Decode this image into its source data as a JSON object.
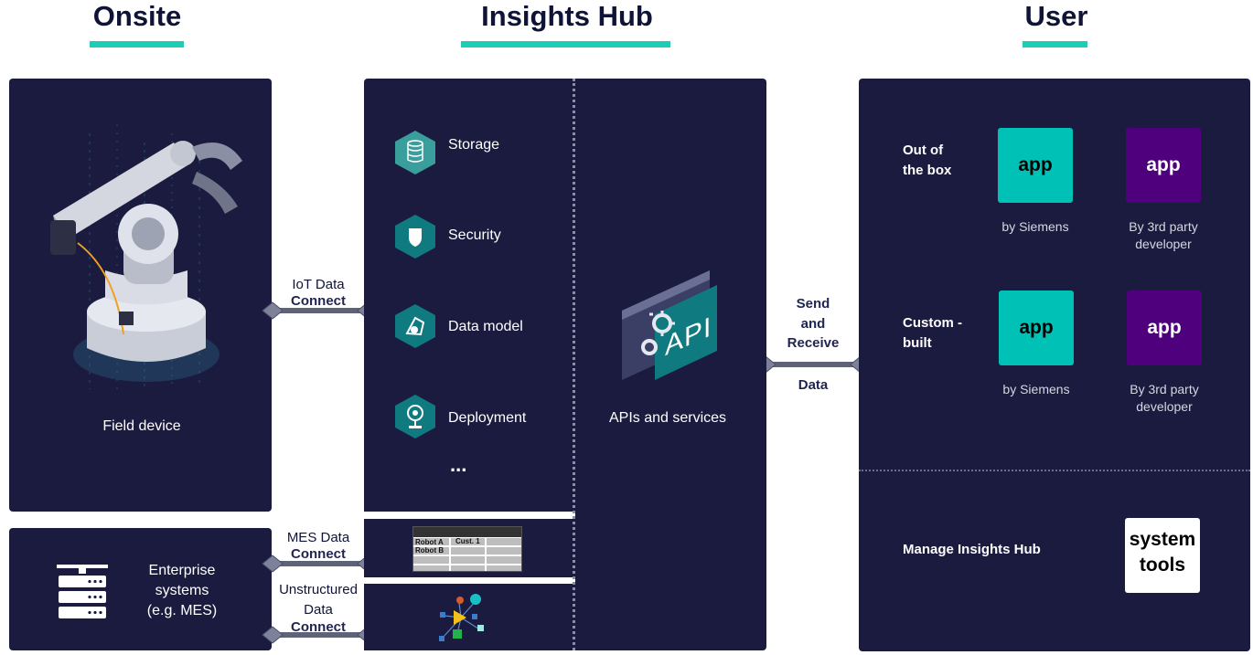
{
  "headers": {
    "onsite": "Onsite",
    "hub": "Insights Hub",
    "user": "User"
  },
  "onsite": {
    "field_device": "Field device",
    "enterprise": [
      "Enterprise",
      "systems",
      "(e.g. MES)"
    ]
  },
  "connectors": {
    "iot": {
      "line1": "IoT Data",
      "line2": "Connect"
    },
    "mes": {
      "line1": "MES Data",
      "line2": "Connect"
    },
    "unstructured": {
      "line1": "Unstructured",
      "line2": "Data",
      "line3": "Connect"
    },
    "send": {
      "line1": "Send",
      "line2": "and",
      "line3": "Receive",
      "line4": "Data"
    }
  },
  "hub": {
    "services": [
      {
        "label": "Storage",
        "icon": "database-icon"
      },
      {
        "label": "Security",
        "icon": "shield-icon"
      },
      {
        "label": "Data model",
        "icon": "data-model-icon"
      },
      {
        "label": "Deployment",
        "icon": "deployment-icon"
      }
    ],
    "ellipsis": "...",
    "apis": "APIs and services",
    "api_icon_text": "API",
    "table": {
      "r1c1": "Robot A",
      "r1c2": "Cust. 1",
      "r2c1": "Robot B"
    }
  },
  "user": {
    "out_of_box": [
      "Out of",
      "the box"
    ],
    "custom": [
      "Custom -",
      "built"
    ],
    "app_label": "app",
    "by_siemens": "by Siemens",
    "by_3rd": [
      "By 3rd party",
      "developer"
    ],
    "manage": "Manage Insights Hub",
    "system_tools": [
      "system",
      "tools"
    ]
  },
  "colors": {
    "panel": "#1b1b3f",
    "teal": "#00c1b5",
    "purple": "#4f007d",
    "accent": "#1ecdb5",
    "hex": "#0f7a80"
  }
}
